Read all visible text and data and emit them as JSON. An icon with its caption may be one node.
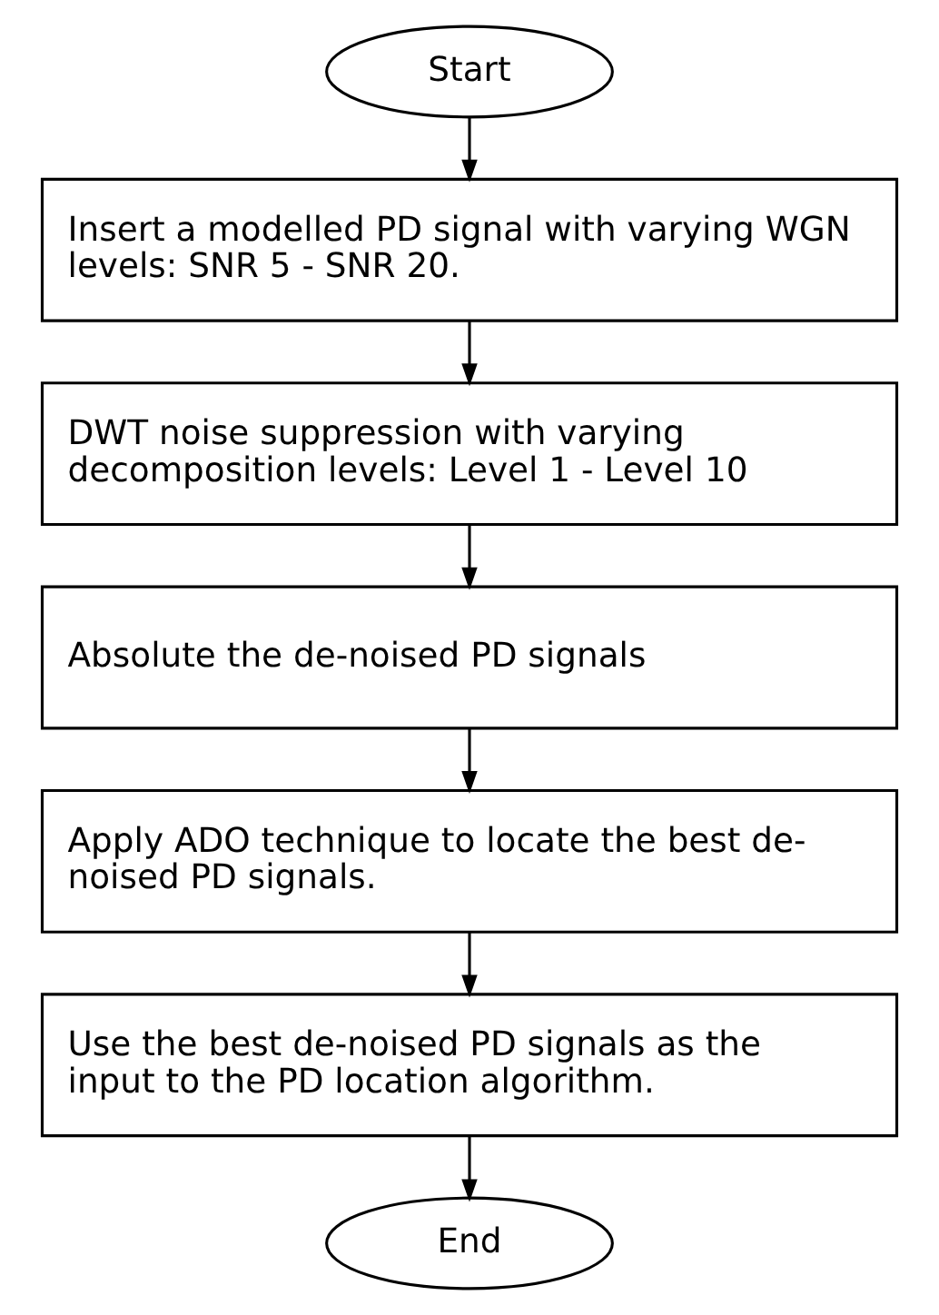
{
  "diagram": {
    "nodes": [
      {
        "text": [
          "Start"
        ]
      },
      {
        "text": [
          "Insert a modelled PD signal with varying WGN levels: SNR 5 - SNR 20."
        ]
      },
      {
        "text": [
          "DWT noise suppression with varying decomposition levels: Level 1 - Level 10"
        ]
      },
      {
        "text": [
          "Absolute the de-noised PD signals"
        ]
      },
      {
        "text": [
          "Apply ADO technique to locate the best de-noised PD signals."
        ]
      },
      {
        "text": [
          "Use the best de-noised PD signals as the input to the PD location algorithm."
        ]
      },
      {
        "text": [
          "End"
        ]
      }
    ],
    "edges": [
      {
        "from": 0,
        "to": 1,
        "arrow": "to"
      },
      {
        "from": 1,
        "to": 2,
        "arrow": "to"
      },
      {
        "from": 2,
        "to": 3,
        "arrow": "to"
      },
      {
        "from": 3,
        "to": 4,
        "arrow": "to"
      },
      {
        "from": 4,
        "to": 5,
        "arrow": "to"
      },
      {
        "from": 5,
        "to": 6,
        "arrow": "to"
      }
    ]
  }
}
